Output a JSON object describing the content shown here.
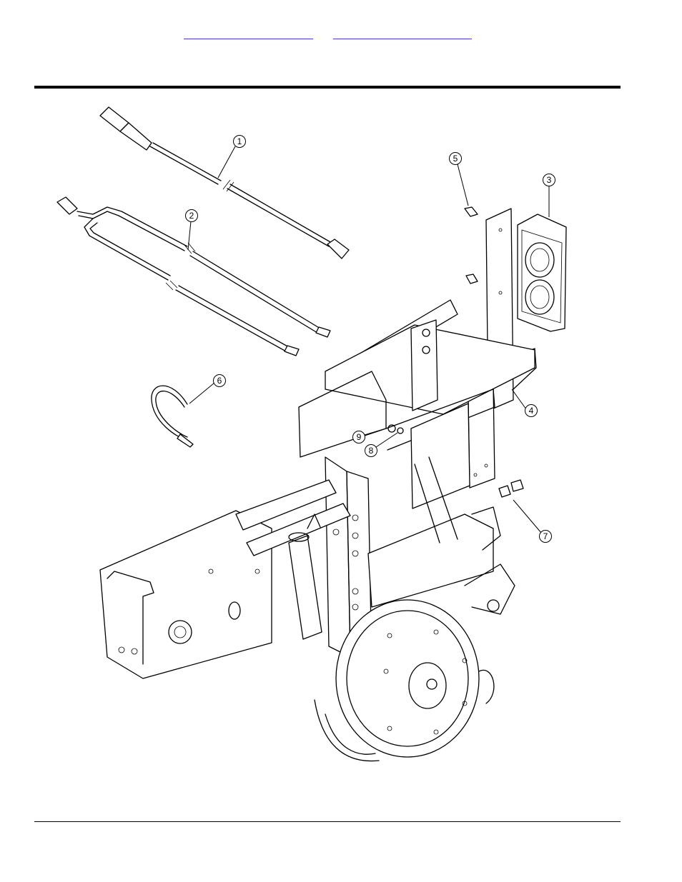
{
  "header": {
    "links": [
      {
        "text": ""
      },
      {
        "text": ""
      }
    ]
  },
  "figure": {
    "callouts": [
      "1",
      "2",
      "3",
      "4",
      "5",
      "6",
      "7",
      "8",
      "9"
    ]
  }
}
